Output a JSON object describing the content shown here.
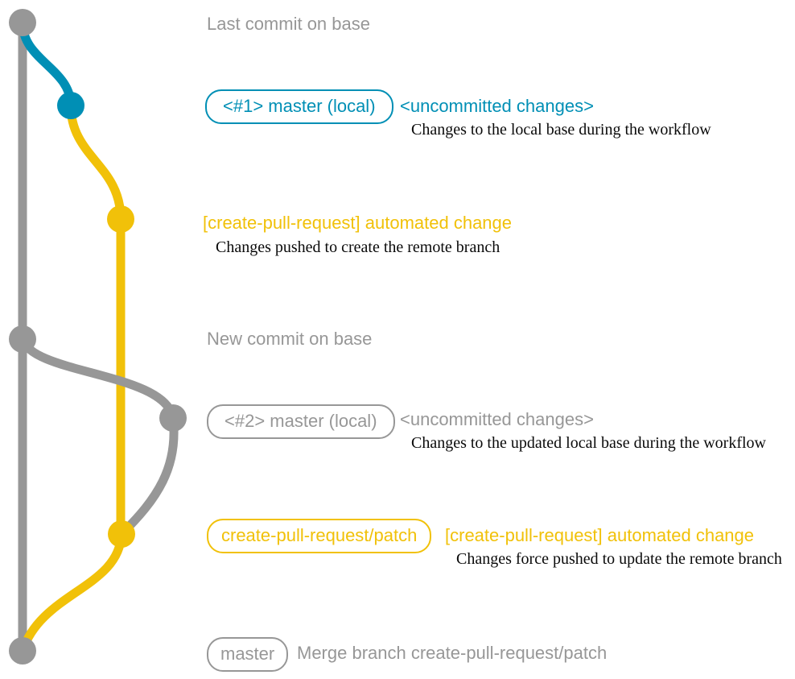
{
  "diagram": {
    "type": "git-branch-workflow-diagram",
    "colors": {
      "base_gray": "#979797",
      "local_blue": "#008fb5",
      "branch_yellow": "#f1c109",
      "desc_black": "#0a0a0a"
    },
    "last_commit": {
      "label": "Last commit on base"
    },
    "local_master_1": {
      "badge": "<#1> master (local)",
      "status": "<uncommitted changes>",
      "desc": "Changes to the local base during the workflow"
    },
    "automated_change_1": {
      "title": "[create-pull-request] automated change",
      "desc": "Changes pushed to create the remote branch"
    },
    "new_commit": {
      "label": "New commit on base"
    },
    "local_master_2": {
      "badge": "<#2> master (local)",
      "status": "<uncommitted changes>",
      "desc": "Changes to the updated local base during the workflow"
    },
    "automated_change_2": {
      "badge": "create-pull-request/patch",
      "title": "[create-pull-request] automated change",
      "desc": "Changes force pushed to update the remote branch"
    },
    "merge": {
      "badge": "master",
      "label": "Merge branch create-pull-request/patch"
    }
  }
}
